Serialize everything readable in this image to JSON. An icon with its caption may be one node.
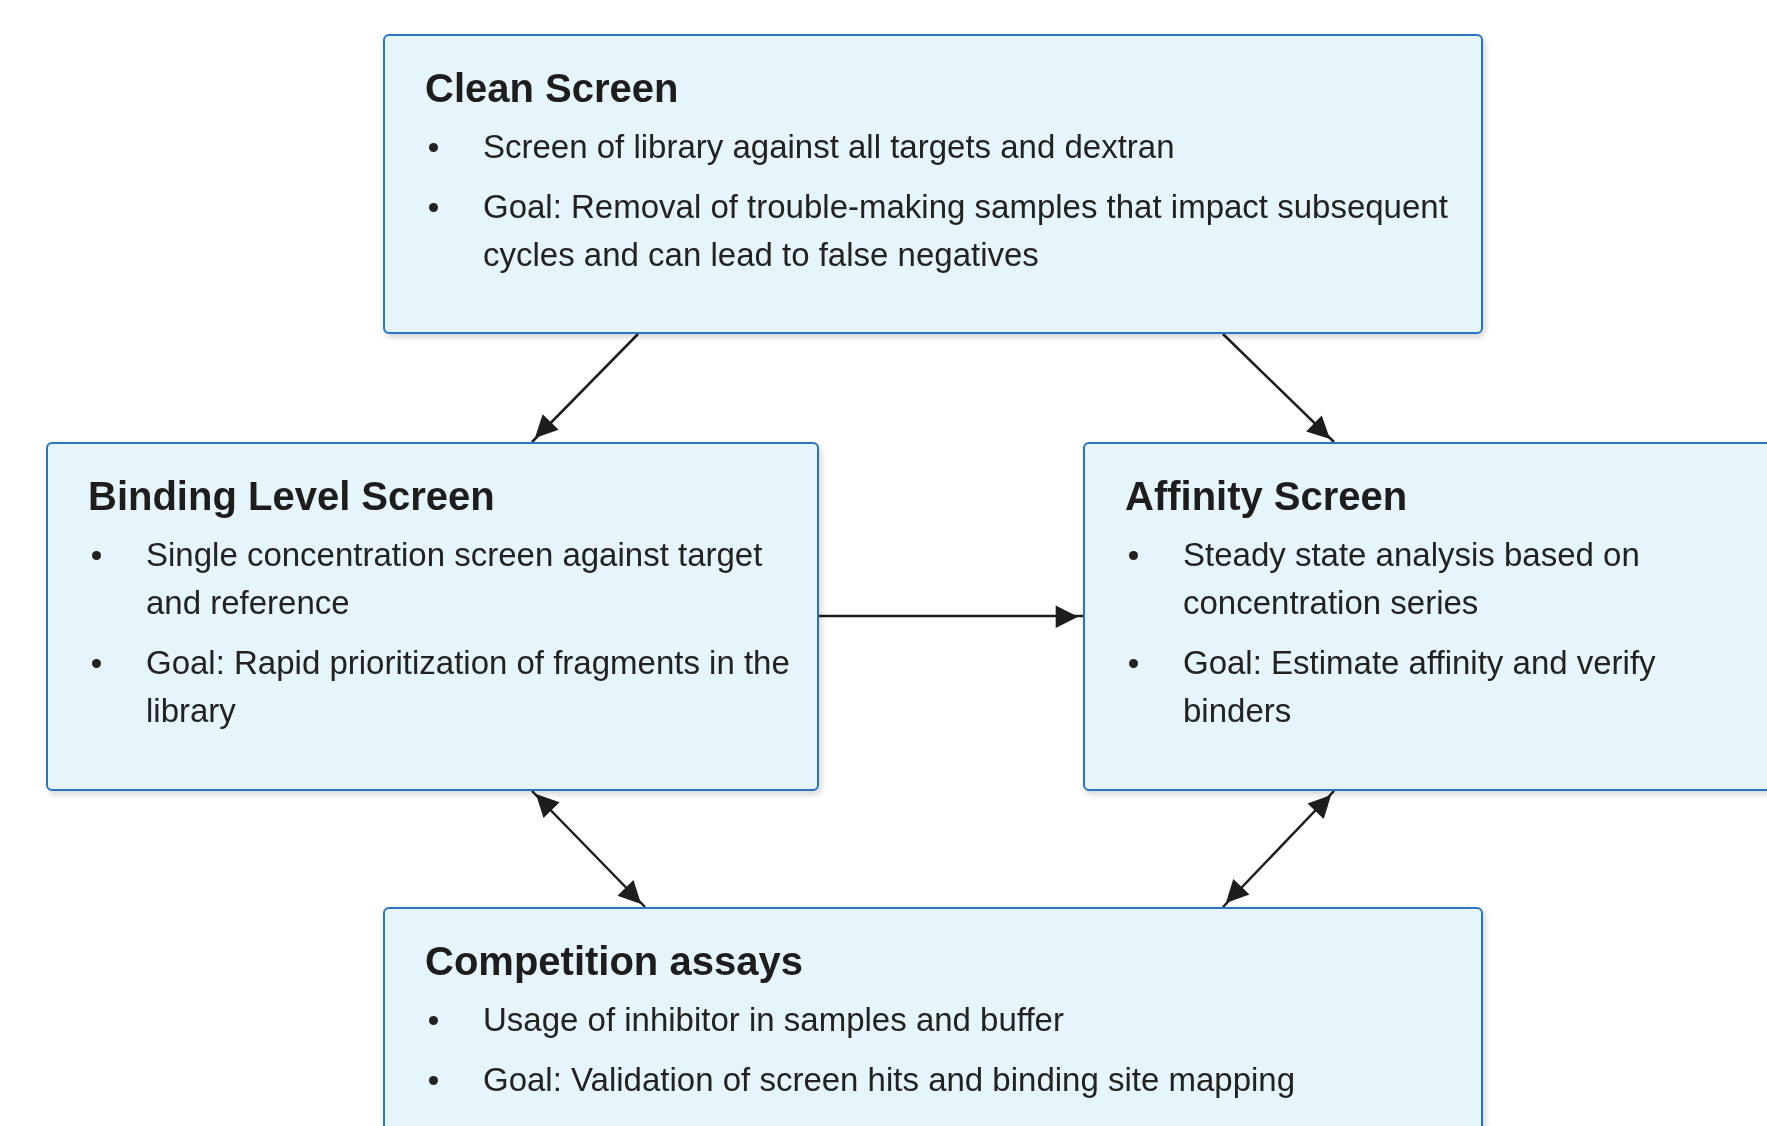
{
  "diagram": {
    "nodes": [
      {
        "text": [
          "Clean Screen",
          "Screen of library against all targets and dextran",
          "Goal: Removal of trouble-making samples that impact subsequent cycles and can lead to false negatives"
        ]
      },
      {
        "text": [
          "Binding Level Screen",
          "Single concentration screen against target and reference",
          "Goal: Rapid prioritization of fragments in the library"
        ]
      },
      {
        "text": [
          "Affinity Screen",
          "Steady state analysis based on concentration series",
          "Goal: Estimate affinity and verify binders"
        ]
      },
      {
        "text": [
          "Competition assays",
          "Usage of inhibitor in samples and buffer",
          "Goal: Validation of screen hits and binding site mapping"
        ]
      }
    ],
    "edges": [
      {
        "from": 0,
        "to": 1,
        "arrow": "to"
      },
      {
        "from": 0,
        "to": 2,
        "arrow": "to"
      },
      {
        "from": 1,
        "to": 2,
        "arrow": "to"
      },
      {
        "from": 1,
        "to": 3,
        "arrow": "both"
      },
      {
        "from": 2,
        "to": 3,
        "arrow": "both"
      }
    ]
  }
}
